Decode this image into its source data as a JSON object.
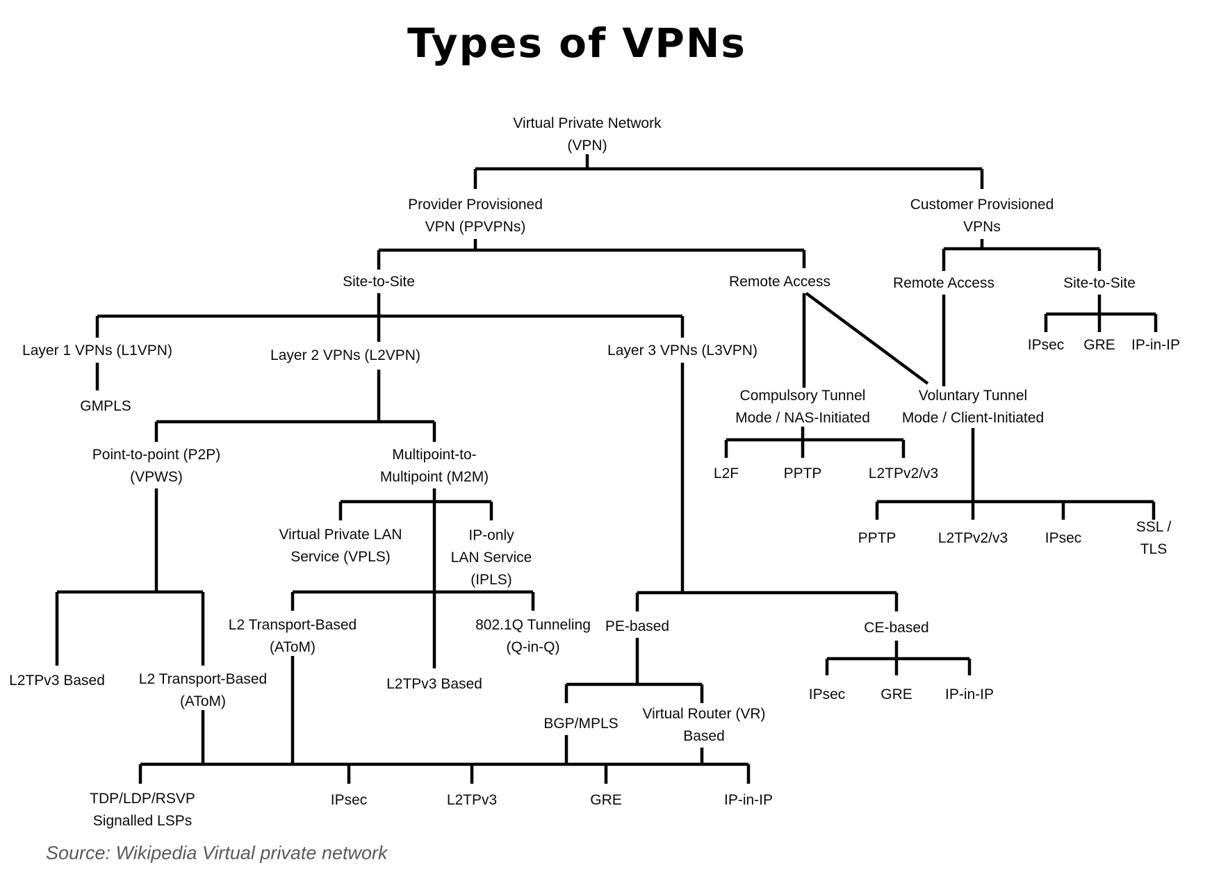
{
  "title": "Types of VPNs",
  "source_note": "Source: Wikipedia Virtual private network",
  "nodes": {
    "vpn": "Virtual Private Network\n(VPN)",
    "provider_provisioned": "Provider Provisioned\nVPN (PPVPNs)",
    "customer_provisioned": "Customer Provisioned\nVPNs",
    "site_to_site_provider": "Site-to-Site",
    "remote_access_provider": "Remote Access",
    "remote_access_customer": "Remote Access",
    "site_to_site_customer": "Site-to-Site",
    "ipsec_customer_s2s": "IPsec",
    "gre_customer_s2s": "GRE",
    "ip_in_ip_customer_s2s": "IP-in-IP",
    "layer1_vpns": "Layer 1 VPNs (L1VPN)",
    "layer2_vpns": "Layer 2 VPNs (L2VPN)",
    "layer3_vpns": "Layer 3 VPNs (L3VPN)",
    "gmpls": "GMPLS",
    "compulsory_tunnel": "Compulsory Tunnel\nMode / NAS-Initiated",
    "voluntary_tunnel": "Voluntary Tunnel\nMode / Client-Initiated",
    "l2f": "L2F",
    "pptp_compulsory": "PPTP",
    "l2tpv2v3_compulsory": "L2TPv2/v3",
    "pptp_voluntary": "PPTP",
    "l2tpv2v3_voluntary": "L2TPv2/v3",
    "ipsec_voluntary": "IPsec",
    "ssl_tls": "SSL / TLS",
    "point_to_point": "Point-to-point (P2P)\n(VPWS)",
    "multipoint": "Multipoint-to-\nMultipoint (M2M)",
    "vpls": "Virtual Private LAN\nService (VPLS)",
    "ipls": "IP-only\nLAN Service\n(IPLS)",
    "l2_transport_atom_mid": "L2 Transport-Based\n(AToM)",
    "qinq": "802.1Q Tunneling\n(Q-in-Q)",
    "pe_based": "PE-based",
    "ce_based": "CE-based",
    "l2tpv3_based_left": "L2TPv3 Based",
    "l2_transport_atom_left": "L2 Transport-Based\n(AToM)",
    "l2tpv3_based_mid": "L2TPv3 Based",
    "ipsec_ce": "IPsec",
    "gre_ce": "GRE",
    "ip_in_ip_ce": "IP-in-IP",
    "bgp_mpls": "BGP/MPLS",
    "vr_based": "Virtual Router (VR)\nBased",
    "tdp_ldp_rsvp": "TDP/LDP/RSVP\nSignalled LSPs",
    "ipsec_bottom": "IPsec",
    "l2tpv3_bottom": "L2TPv3",
    "gre_bottom": "GRE",
    "ip_in_ip_bottom": "IP-in-IP"
  }
}
